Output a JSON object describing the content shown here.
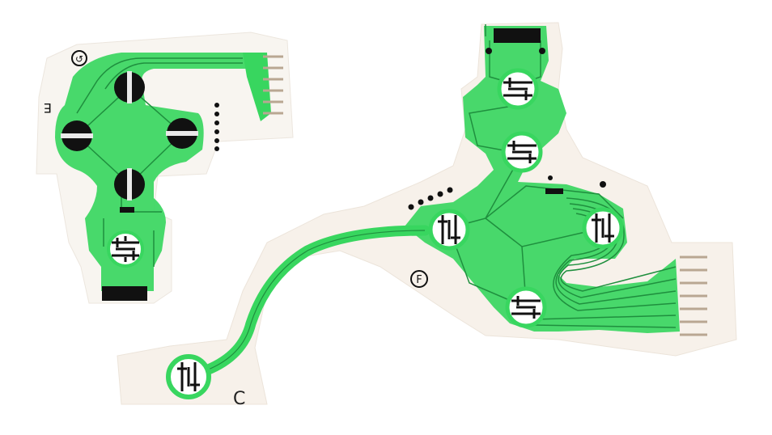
{
  "photo": {
    "left_ribbon": {
      "side_letter": "E",
      "logo_symbol": "↺"
    },
    "right_ribbon": {
      "side_letter": "C",
      "logo_symbol": "F"
    },
    "colors": {
      "background": "#ffffff",
      "substrate": "#f7f2ec",
      "trace_green": "#35d65c",
      "trace_line": "#1f8f3e",
      "contact_black": "#111111",
      "connector_pin": "#c8b7a3"
    }
  }
}
